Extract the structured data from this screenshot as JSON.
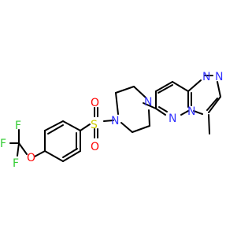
{
  "colors": {
    "carbon": "#000000",
    "nitrogen": "#3333ff",
    "oxygen": "#ff0000",
    "sulfur": "#cccc00",
    "fluorine": "#33cc33",
    "background": "#ffffff"
  },
  "atoms": {
    "n_triazole_top_left": "N",
    "n_triazole_top_right": "N",
    "n_triazole_bridge": "N",
    "n_pyridazine": "N",
    "n_piperazine_right": "N",
    "n_piperazine_left": "N",
    "sulfur": "S",
    "o_sulfonyl_top": "O",
    "o_sulfonyl_bottom": "O",
    "o_ether": "O",
    "f_top": "F",
    "f_left": "F",
    "f_bottom": "F"
  }
}
